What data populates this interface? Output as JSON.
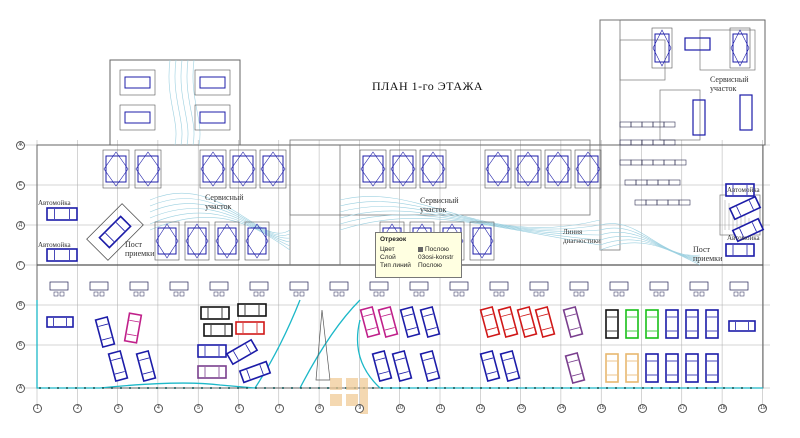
{
  "title": "ПЛАН 1-го ЭТАЖА",
  "labels": {
    "service_area": "Сервисный участок",
    "car_wash": "Автомойка",
    "reception_post": "Пост приемки",
    "diagnostics_line": "Линия диагностики"
  },
  "tooltip": {
    "header": "Отрезок",
    "rows": [
      {
        "key": "Цвет",
        "value": "Послою"
      },
      {
        "key": "Слой",
        "value": "03osi-konstr"
      },
      {
        "key": "Тип линий",
        "value": "Послою"
      }
    ]
  },
  "axes": {
    "columns": [
      "1",
      "2",
      "3",
      "4",
      "5",
      "6",
      "7",
      "8",
      "9",
      "10",
      "11",
      "12",
      "13",
      "14",
      "15",
      "16",
      "17",
      "18",
      "19"
    ],
    "rows": [
      "Ж",
      "Е",
      "Д",
      "Г",
      "В",
      "Б",
      "А"
    ]
  },
  "colors": {
    "car_blue": "#1c1ca8",
    "magenta": "#c0208a",
    "red": "#d01818",
    "purple": "#7a3f8e",
    "black": "#111111",
    "green": "#18c018",
    "tan": "#e8b870",
    "wall_cyan": "#1cb8c8"
  }
}
